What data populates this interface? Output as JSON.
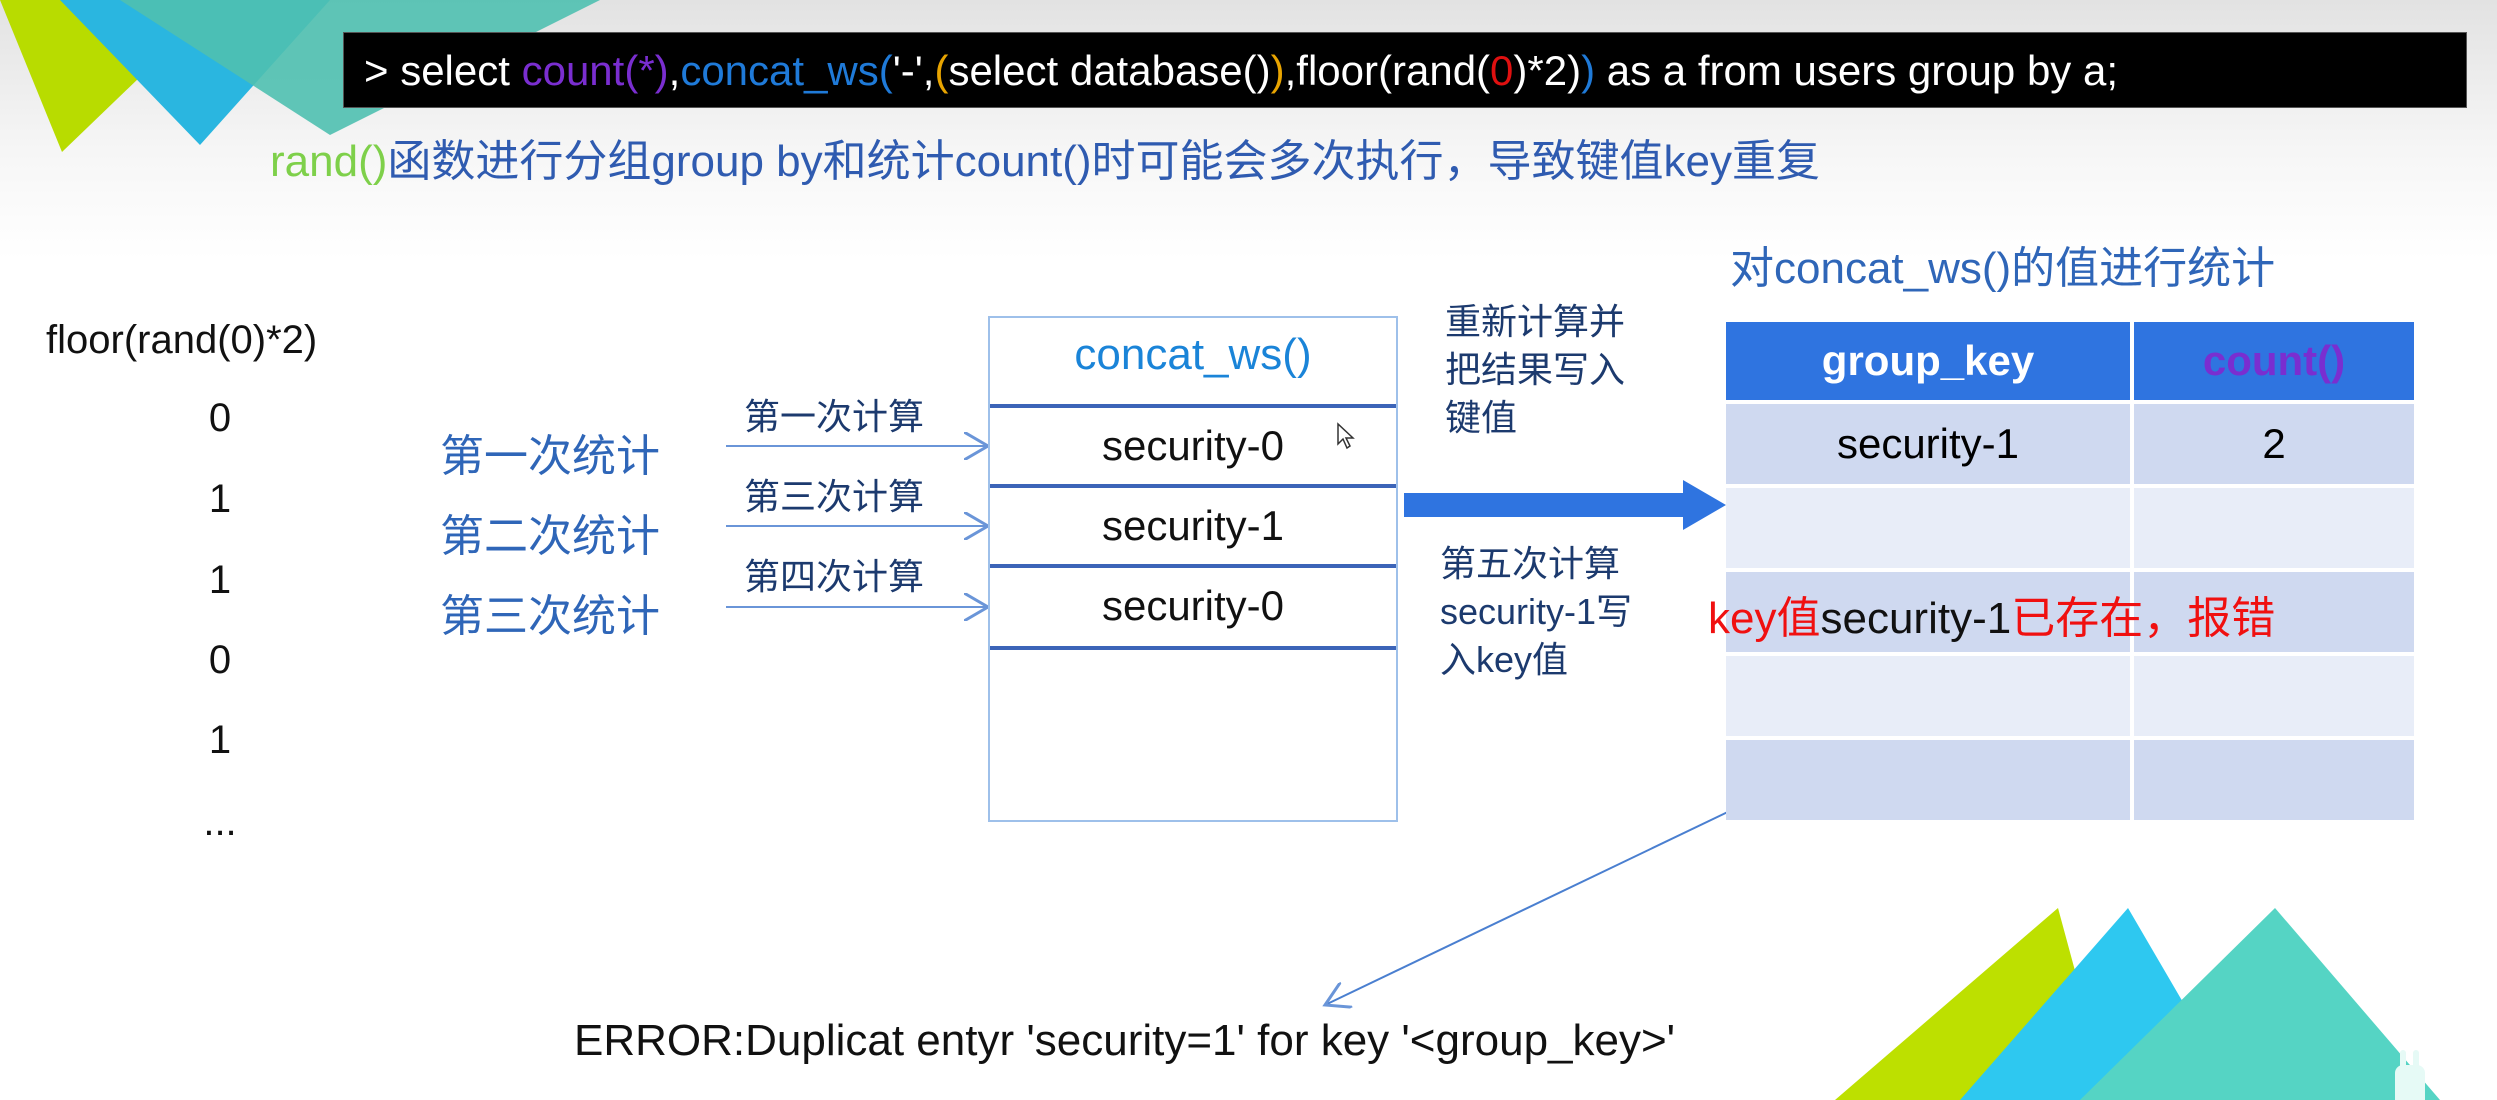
{
  "sql": {
    "prompt": "> select ",
    "count_fn": "count(*)",
    "comma1": ",",
    "concat_fn": "concat_ws(",
    "sep": "'-',",
    "paren_open": "(",
    "subselect": "select database()",
    "paren_close": ")",
    "comma2": ",floor(rand(",
    "zero": "0",
    "rest1": ")*2)",
    "concat_close": ")",
    "rest2": " as a from users group by a;"
  },
  "subtitle": {
    "rand": "rand()",
    "text": "函数进行分组group by和统计count()时可能会多次执行，导致键值key重复"
  },
  "floor_column": {
    "label": "floor(rand(0)*2)",
    "values": [
      "0",
      "1",
      "1",
      "0",
      "1",
      "..."
    ]
  },
  "stats": [
    "第一次统计",
    "第二次统计",
    "第三次统计"
  ],
  "calcs": [
    "第一次计算",
    "第三次计算",
    "第四次计算"
  ],
  "concat_box": {
    "title": "concat_ws()",
    "rows": [
      "security-0",
      "security-1",
      "security-0"
    ]
  },
  "notes": {
    "top": [
      "重新计算并",
      "把结果写入",
      "键值"
    ],
    "bottom": [
      "第五次计算",
      "security-1写",
      "入key值"
    ]
  },
  "group_table": {
    "title": "对concat_ws()的值进行统计",
    "headers": [
      "group_key",
      "count()"
    ],
    "rows": [
      [
        "security-1",
        "2"
      ],
      [
        "",
        ""
      ],
      [
        "",
        ""
      ],
      [
        "",
        ""
      ],
      [
        "",
        ""
      ]
    ]
  },
  "error_overlay": {
    "part1": "key值",
    "part2": "security-1",
    "part3": "已存在，报错"
  },
  "error_message": "ERROR:Duplicat entyr 'security=1' for key '<group_key>'",
  "colors": {
    "accent_blue": "#2f74e0",
    "text_blue": "#2f66b8",
    "error_red": "#f01010",
    "deco_lime": "#b8dc00",
    "deco_sky": "#2ec8f0",
    "deco_teal": "#55d4c4"
  }
}
